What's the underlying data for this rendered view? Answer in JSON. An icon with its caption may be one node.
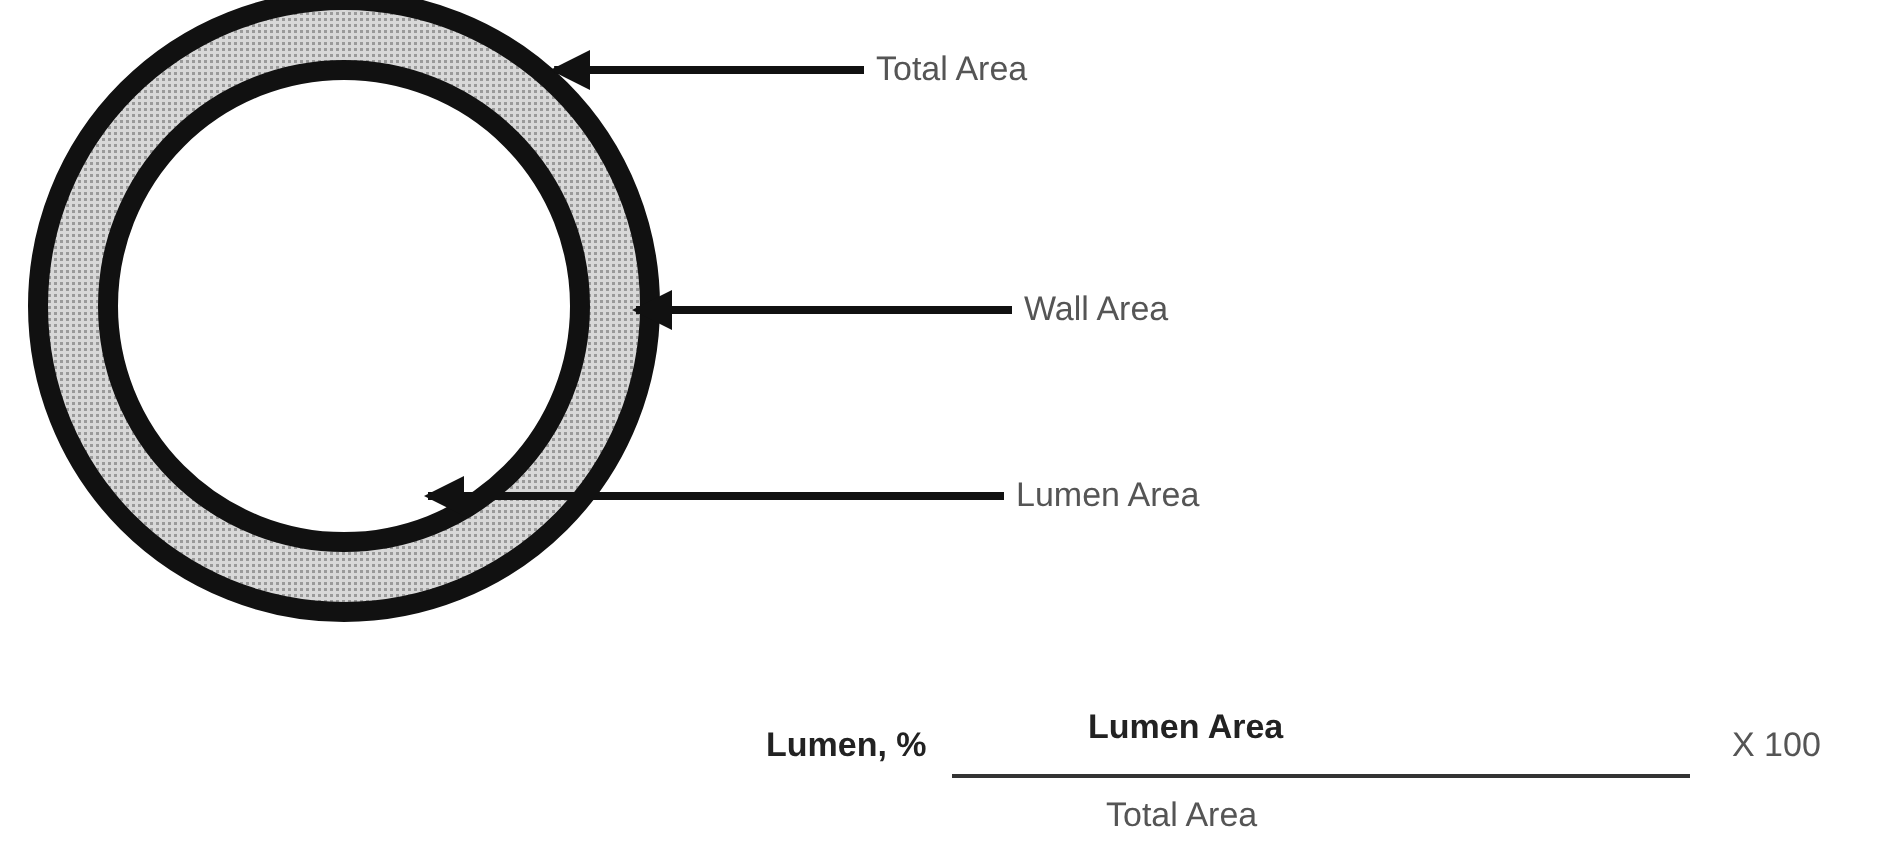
{
  "diagram": {
    "nodes": [
      {
        "text": [
          "Total Area"
        ]
      },
      {
        "text": [
          "Wall Area"
        ]
      },
      {
        "text": [
          "Lumen Area"
        ]
      },
      {
        "text": [],
        "shape": "circle"
      },
      {
        "text": [],
        "shape": "circle",
        "in": 3
      },
      {
        "text": [],
        "shape": "circle",
        "in": 4
      }
    ],
    "edges": [
      {
        "from": 0,
        "to": 3,
        "arrow": "to"
      },
      {
        "from": 1,
        "to": 4,
        "arrow": "to"
      },
      {
        "from": 2,
        "to": 5,
        "arrow": "to"
      }
    ],
    "labels": [
      "Lumen, %",
      "Lumen Area",
      "Total Area",
      "X 100"
    ]
  }
}
